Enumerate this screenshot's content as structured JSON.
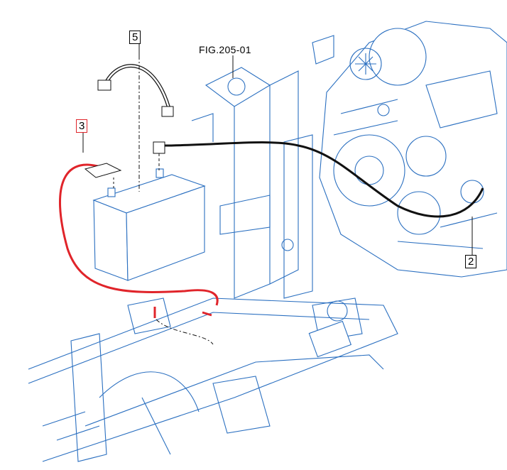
{
  "figure_reference": "FIG.205-01",
  "callouts": [
    {
      "id": "5",
      "part": "battery-hold-strap",
      "highlighted": false
    },
    {
      "id": "3",
      "part": "battery-cable-negative",
      "highlighted": true
    },
    {
      "id": "2",
      "part": "battery-cable-positive",
      "highlighted": false
    }
  ],
  "colors": {
    "line_art": "#2a6fc0",
    "highlight": "#e0242a",
    "cable": "#111111"
  }
}
